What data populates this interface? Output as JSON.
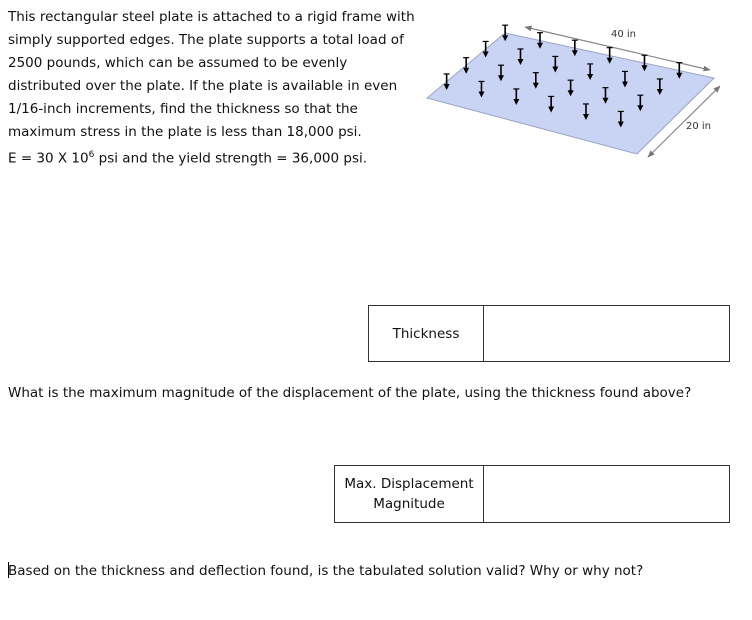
{
  "problem": {
    "lines": [
      "This rectangular steel plate is attached to a rigid frame with",
      "simply supported edges.  The plate supports a total load of",
      "2500 pounds, which can be assumed to be evenly",
      "distributed over the plate.  If the plate is available in even",
      "1/16-inch increments, find the thickness so that the",
      "maximum stress in the plate is less than 18,000 psi."
    ],
    "material_prefix": "E = 30 X 10",
    "material_exponent": "6",
    "material_suffix": " psi and the yield strength = 36,000 psi."
  },
  "figure": {
    "length_label": "40 in",
    "width_label": "20 in",
    "plate_color": "#c9d3f3"
  },
  "thickness_table": {
    "label": "Thickness",
    "value": ""
  },
  "question_displacement": "What is the maximum magnitude of the displacement of the plate, using the thickness found above?",
  "displacement_table": {
    "label_line1": "Max. Displacement",
    "label_line2": "Magnitude",
    "value": ""
  },
  "question_validity": "Based on the thickness and deflection found, is the tabulated solution valid?  Why or why not?"
}
